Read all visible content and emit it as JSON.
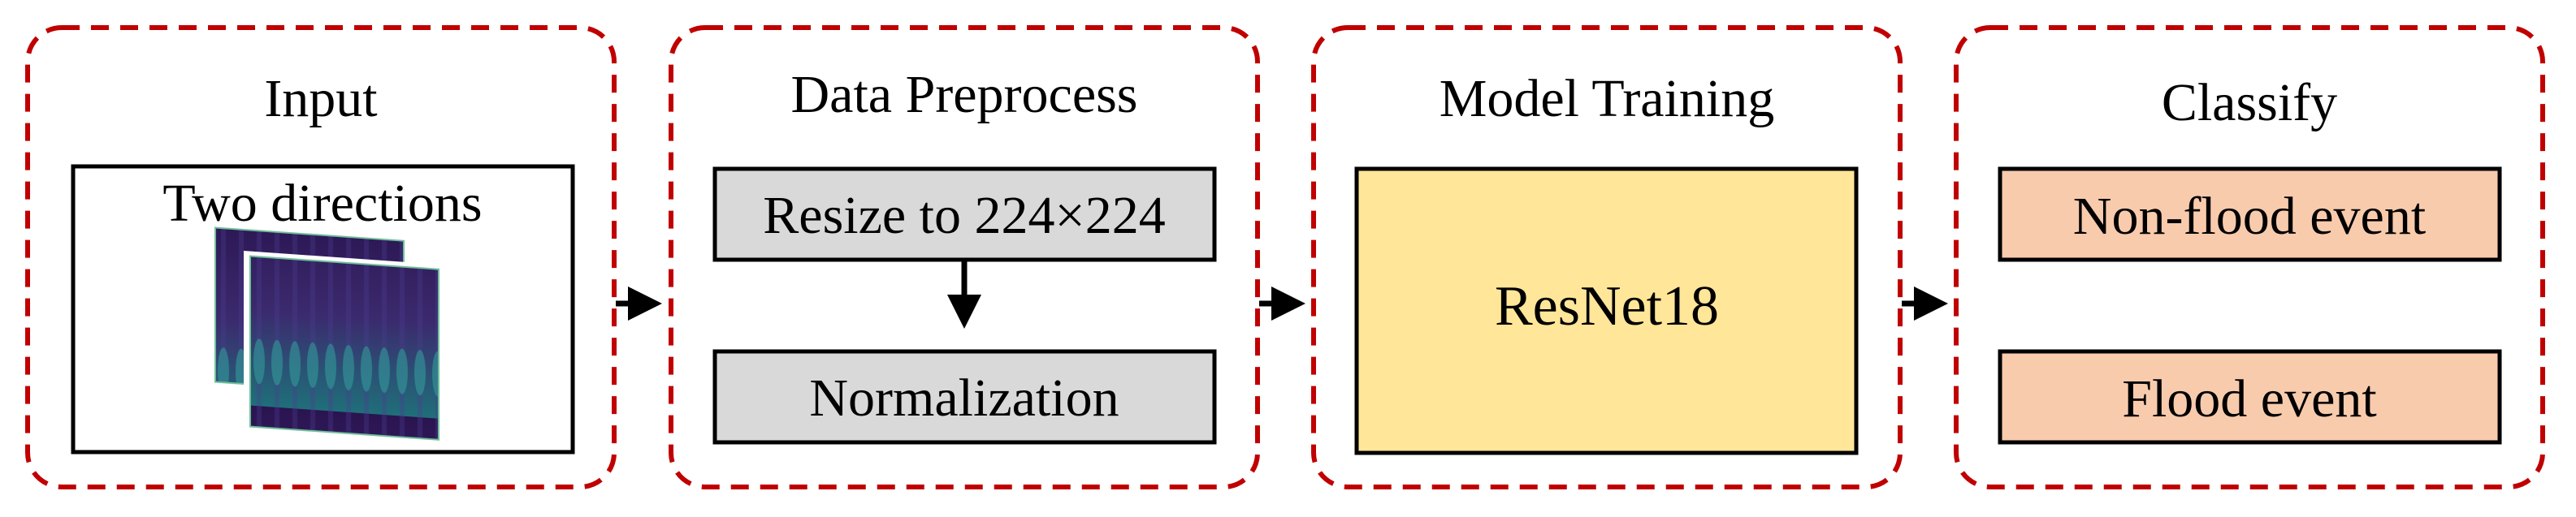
{
  "stages": {
    "input": {
      "title": "Input",
      "caption": "Two directions"
    },
    "preprocess": {
      "title": "Data Preprocess",
      "step1": "Resize to 224×224",
      "step2": "Normalization"
    },
    "training": {
      "title": "Model Training",
      "model": "ResNet18"
    },
    "classify": {
      "title": "Classify",
      "class1": "Non-flood event",
      "class2": "Flood event"
    }
  },
  "colors": {
    "stage_border": "#c00000",
    "preprocess_fill": "#d9d9d9",
    "model_fill": "#ffe699",
    "class_fill": "#f8cbad",
    "spectrogram_bg": "#3b1d5a",
    "spectrogram_band": "#2f6f8f"
  },
  "icons": {
    "spectrogram": "wavelet-spectrogram-image",
    "flow_arrow": "right-arrow"
  }
}
